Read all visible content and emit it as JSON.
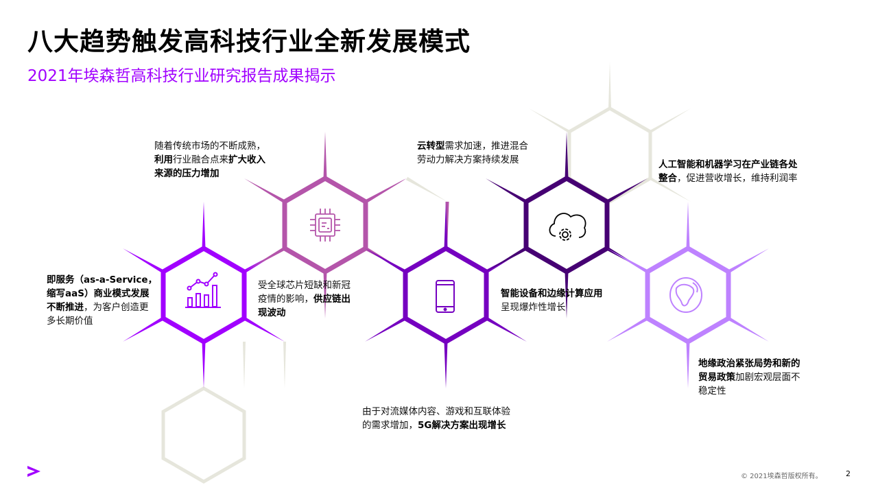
{
  "title": "八大趋势触发高科技行业全新发展模式",
  "subtitle": "2021年埃森哲高科技行业研究报告成果揭示",
  "colors": {
    "accent": "#a100ff",
    "chip": "#b455aa",
    "phone": "#7500c0",
    "cloud": "#460073",
    "globe": "#be82ff",
    "gray": "#e6e6dc"
  },
  "trends": [
    {
      "id": "t1",
      "lines": [
        [
          {
            "t": "随着传统市场的不断成熟，",
            "b": false
          }
        ],
        [
          {
            "t": "利用",
            "b": true
          },
          {
            "t": "行业融合点来",
            "b": false
          },
          {
            "t": "扩大收入",
            "b": true
          }
        ],
        [
          {
            "t": "来源的压力增加",
            "b": true
          }
        ]
      ]
    },
    {
      "id": "t2",
      "lines": [
        [
          {
            "t": "云转型",
            "b": true
          },
          {
            "t": "需求加速，推进混合",
            "b": false
          }
        ],
        [
          {
            "t": "劳动力解决方案持续发展",
            "b": false
          }
        ]
      ]
    },
    {
      "id": "t3",
      "lines": [
        [
          {
            "t": "人工智能和机器学习在产业链各处",
            "b": true
          }
        ],
        [
          {
            "t": "整合",
            "b": true
          },
          {
            "t": "，促进营收增长，维持利润率",
            "b": false
          }
        ]
      ]
    },
    {
      "id": "t4",
      "lines": [
        [
          {
            "t": "即服务（as-a-Service，",
            "b": true
          }
        ],
        [
          {
            "t": "缩写aaS）商业模式发展",
            "b": true
          }
        ],
        [
          {
            "t": "不断推进",
            "b": true
          },
          {
            "t": "，为客户创造更",
            "b": false
          }
        ],
        [
          {
            "t": "多长期价值",
            "b": false
          }
        ]
      ]
    },
    {
      "id": "t5",
      "lines": [
        [
          {
            "t": "受全球芯片短缺和新冠",
            "b": false
          }
        ],
        [
          {
            "t": "疫情的影响，",
            "b": false
          },
          {
            "t": "供应链出",
            "b": true
          }
        ],
        [
          {
            "t": "现波动",
            "b": true
          }
        ]
      ]
    },
    {
      "id": "t6",
      "lines": [
        [
          {
            "t": "智能设备和边缘计算应用",
            "b": true
          }
        ],
        [
          {
            "t": "呈现爆炸性增长",
            "b": false
          }
        ]
      ]
    },
    {
      "id": "t7",
      "lines": [
        [
          {
            "t": "地缘政治紧张局势和新的",
            "b": true
          }
        ],
        [
          {
            "t": "贸易政策",
            "b": true
          },
          {
            "t": "加剧宏观层面不",
            "b": false
          }
        ],
        [
          {
            "t": "稳定性",
            "b": false
          }
        ]
      ]
    },
    {
      "id": "t8",
      "lines": [
        [
          {
            "t": "由于对流媒体内容、游戏和互联体验",
            "b": false
          }
        ],
        [
          {
            "t": "的需求增加，",
            "b": false
          },
          {
            "t": "5G解决方案出现增长",
            "b": true
          }
        ]
      ]
    }
  ],
  "icons": [
    "chart-growth-icon",
    "chip-icon",
    "smartphone-icon",
    "cloud-gear-icon",
    "globe-icon"
  ],
  "footer": {
    "copyright": "© 2021埃森哲版权所有。",
    "page": "2"
  },
  "logo": "accenture"
}
